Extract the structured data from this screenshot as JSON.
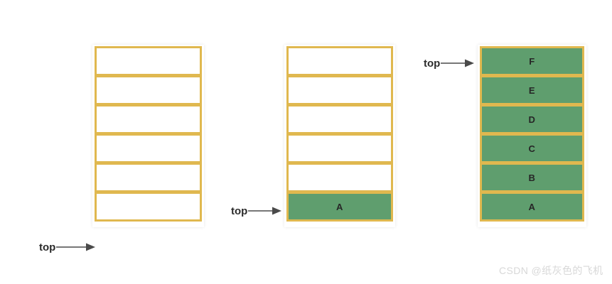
{
  "diagram": {
    "title": "Stack states diagram",
    "background_color": "#ffffff",
    "cell_border_color": "#e0b84f",
    "cell_fill_color": "#5f9e6e",
    "label_color": "#2b2b2b",
    "arrow_color": "#4a4a4a"
  },
  "stacks": [
    {
      "name": "empty-stack",
      "capacity": 6,
      "cells": [
        {
          "label": "",
          "filled": false
        },
        {
          "label": "",
          "filled": false
        },
        {
          "label": "",
          "filled": false
        },
        {
          "label": "",
          "filled": false
        },
        {
          "label": "",
          "filled": false
        },
        {
          "label": "",
          "filled": false
        }
      ]
    },
    {
      "name": "one-element-stack",
      "capacity": 6,
      "cells": [
        {
          "label": "",
          "filled": false
        },
        {
          "label": "",
          "filled": false
        },
        {
          "label": "",
          "filled": false
        },
        {
          "label": "",
          "filled": false
        },
        {
          "label": "",
          "filled": false
        },
        {
          "label": "A",
          "filled": true
        }
      ]
    },
    {
      "name": "full-stack",
      "capacity": 6,
      "cells": [
        {
          "label": "F",
          "filled": true
        },
        {
          "label": "E",
          "filled": true
        },
        {
          "label": "D",
          "filled": true
        },
        {
          "label": "C",
          "filled": true
        },
        {
          "label": "B",
          "filled": true
        },
        {
          "label": "A",
          "filled": true
        }
      ]
    }
  ],
  "pointers": [
    {
      "name": "top-pointer-empty-stack",
      "label": "top"
    },
    {
      "name": "top-pointer-one-element-stack",
      "label": "top"
    },
    {
      "name": "top-pointer-full-stack",
      "label": "top"
    }
  ],
  "watermark": {
    "text": "CSDN @纸灰色的飞机"
  }
}
